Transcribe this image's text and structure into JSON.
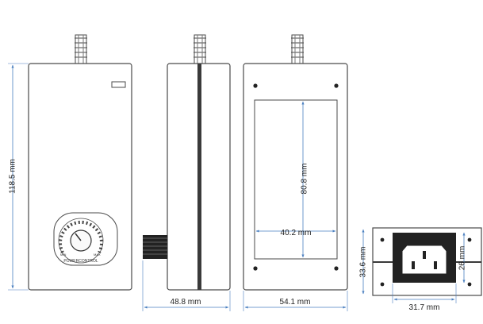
{
  "dimensions": {
    "front_height": "118.5 mm",
    "side_depth": "48.8 mm",
    "back_width": "54.1 mm",
    "panel_height": "80.8 mm",
    "panel_width": "40.2 mm",
    "socket_height": "33.6 mm",
    "inlet_width": "31.7 mm",
    "inlet_height": "26 mm"
  },
  "dial": {
    "label": "POWERCONTROL",
    "min_label": "MIN",
    "max_label": "MAX"
  },
  "colors": {
    "line": "#4a4a4a",
    "dimension": "#4a7fc0",
    "label": "#222222",
    "stripe": "#3a3a3a"
  }
}
